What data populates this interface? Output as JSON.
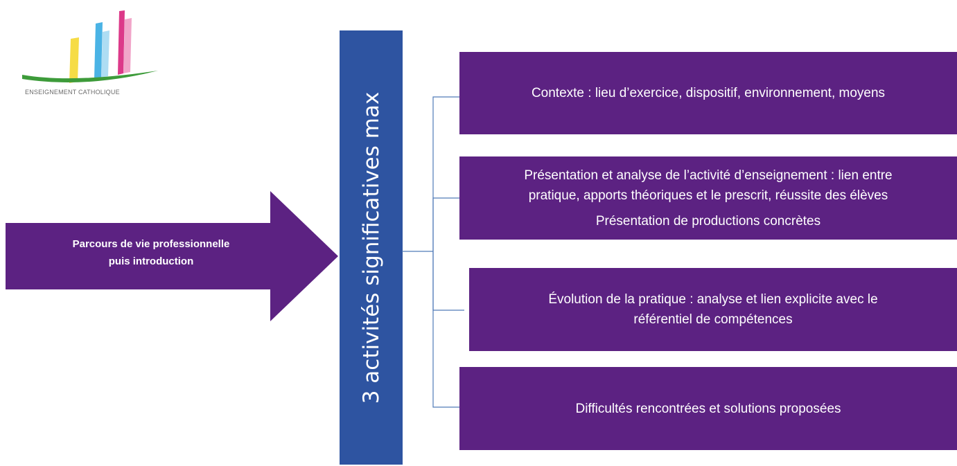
{
  "logo": {
    "text": "ENSEIGNEMENT CATHOLIQUE",
    "colors": {
      "yellow": "#f5d832",
      "blue": "#2aa6e0",
      "pink": "#d8237c",
      "green": "#3d9b3a"
    }
  },
  "arrow": {
    "color": "#5c2282",
    "line1": "Parcours de vie professionnelle",
    "line2": "puis introduction"
  },
  "banner": {
    "color": "#2e54a1",
    "text": "3 activités significatives max"
  },
  "boxes": {
    "color": "#5c2282",
    "items": [
      {
        "lines": [
          "Contexte : lieu d’exercice, dispositif, environnement, moyens"
        ]
      },
      {
        "lines": [
          "Présentation et analyse de l’activité d’enseignement : lien entre",
          "pratique, apports théoriques et le prescrit, réussite des élèves",
          "Présentation de productions concrètes"
        ]
      },
      {
        "lines": [
          "Évolution de la pratique : analyse et  lien explicite avec le",
          "référentiel de compétences"
        ]
      },
      {
        "lines": [
          "Difficultés rencontrées et solutions proposées"
        ]
      }
    ]
  }
}
